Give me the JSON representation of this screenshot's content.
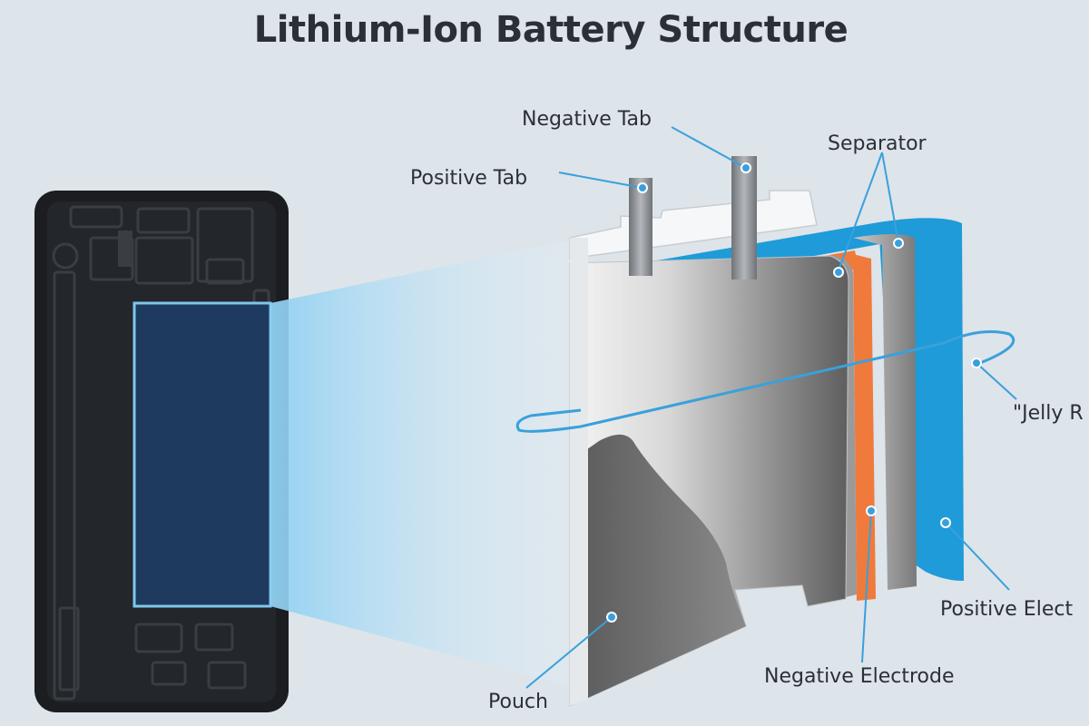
{
  "title": "Lithium-Ion Battery Structure",
  "labels": {
    "negative_tab": "Negative Tab",
    "positive_tab": "Positive Tab",
    "separator": "Separator",
    "jelly_roll": "\"Jelly R",
    "positive_electrode": "Positive Elect",
    "negative_electrode": "Negative Electrode",
    "pouch": "Pouch"
  },
  "colors": {
    "background": "#dde4ea",
    "callout": "#3aa0dc",
    "positive_electrode": "#1e9bd8",
    "negative_electrode": "#f07a3c",
    "phone_body": "#1b1d20",
    "phone_battery": "#1f3a5f"
  }
}
